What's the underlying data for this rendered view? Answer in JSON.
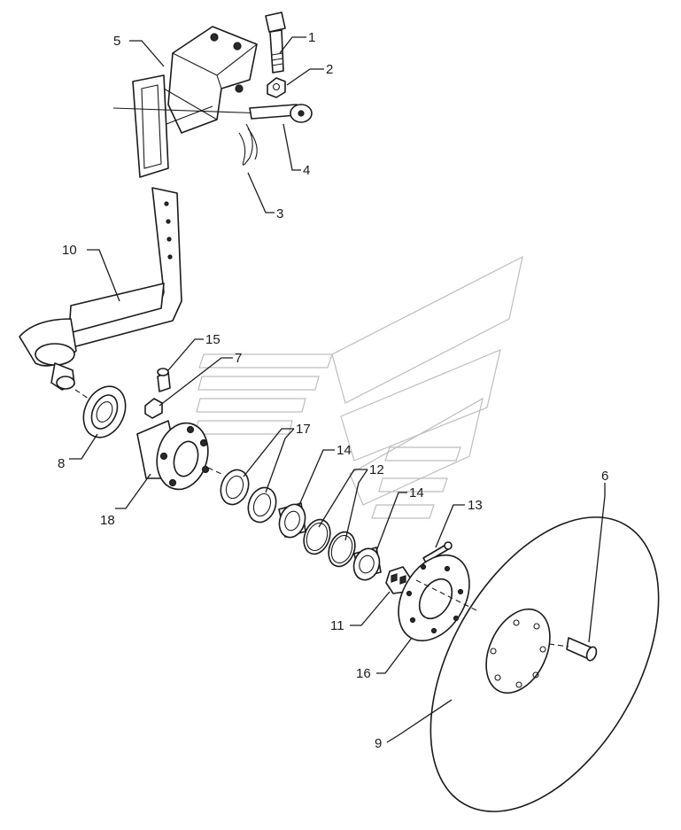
{
  "callouts": [
    {
      "id": "c1",
      "label": "1"
    },
    {
      "id": "c2",
      "label": "2"
    },
    {
      "id": "c3",
      "label": "3"
    },
    {
      "id": "c4",
      "label": "4"
    },
    {
      "id": "c5",
      "label": "5"
    },
    {
      "id": "c6",
      "label": "6"
    },
    {
      "id": "c7",
      "label": "7"
    },
    {
      "id": "c8",
      "label": "8"
    },
    {
      "id": "c9",
      "label": "9"
    },
    {
      "id": "c10",
      "label": "10"
    },
    {
      "id": "c11",
      "label": "11"
    },
    {
      "id": "c12",
      "label": "12"
    },
    {
      "id": "c13",
      "label": "13"
    },
    {
      "id": "c14a",
      "label": "14"
    },
    {
      "id": "c14b",
      "label": "14"
    },
    {
      "id": "c15",
      "label": "15"
    },
    {
      "id": "c16",
      "label": "16"
    },
    {
      "id": "c17",
      "label": "17"
    },
    {
      "id": "c18",
      "label": "18"
    }
  ],
  "colors": {
    "line": "#1a1a1a",
    "watermark": "#bdbdbd",
    "background": "#ffffff"
  }
}
